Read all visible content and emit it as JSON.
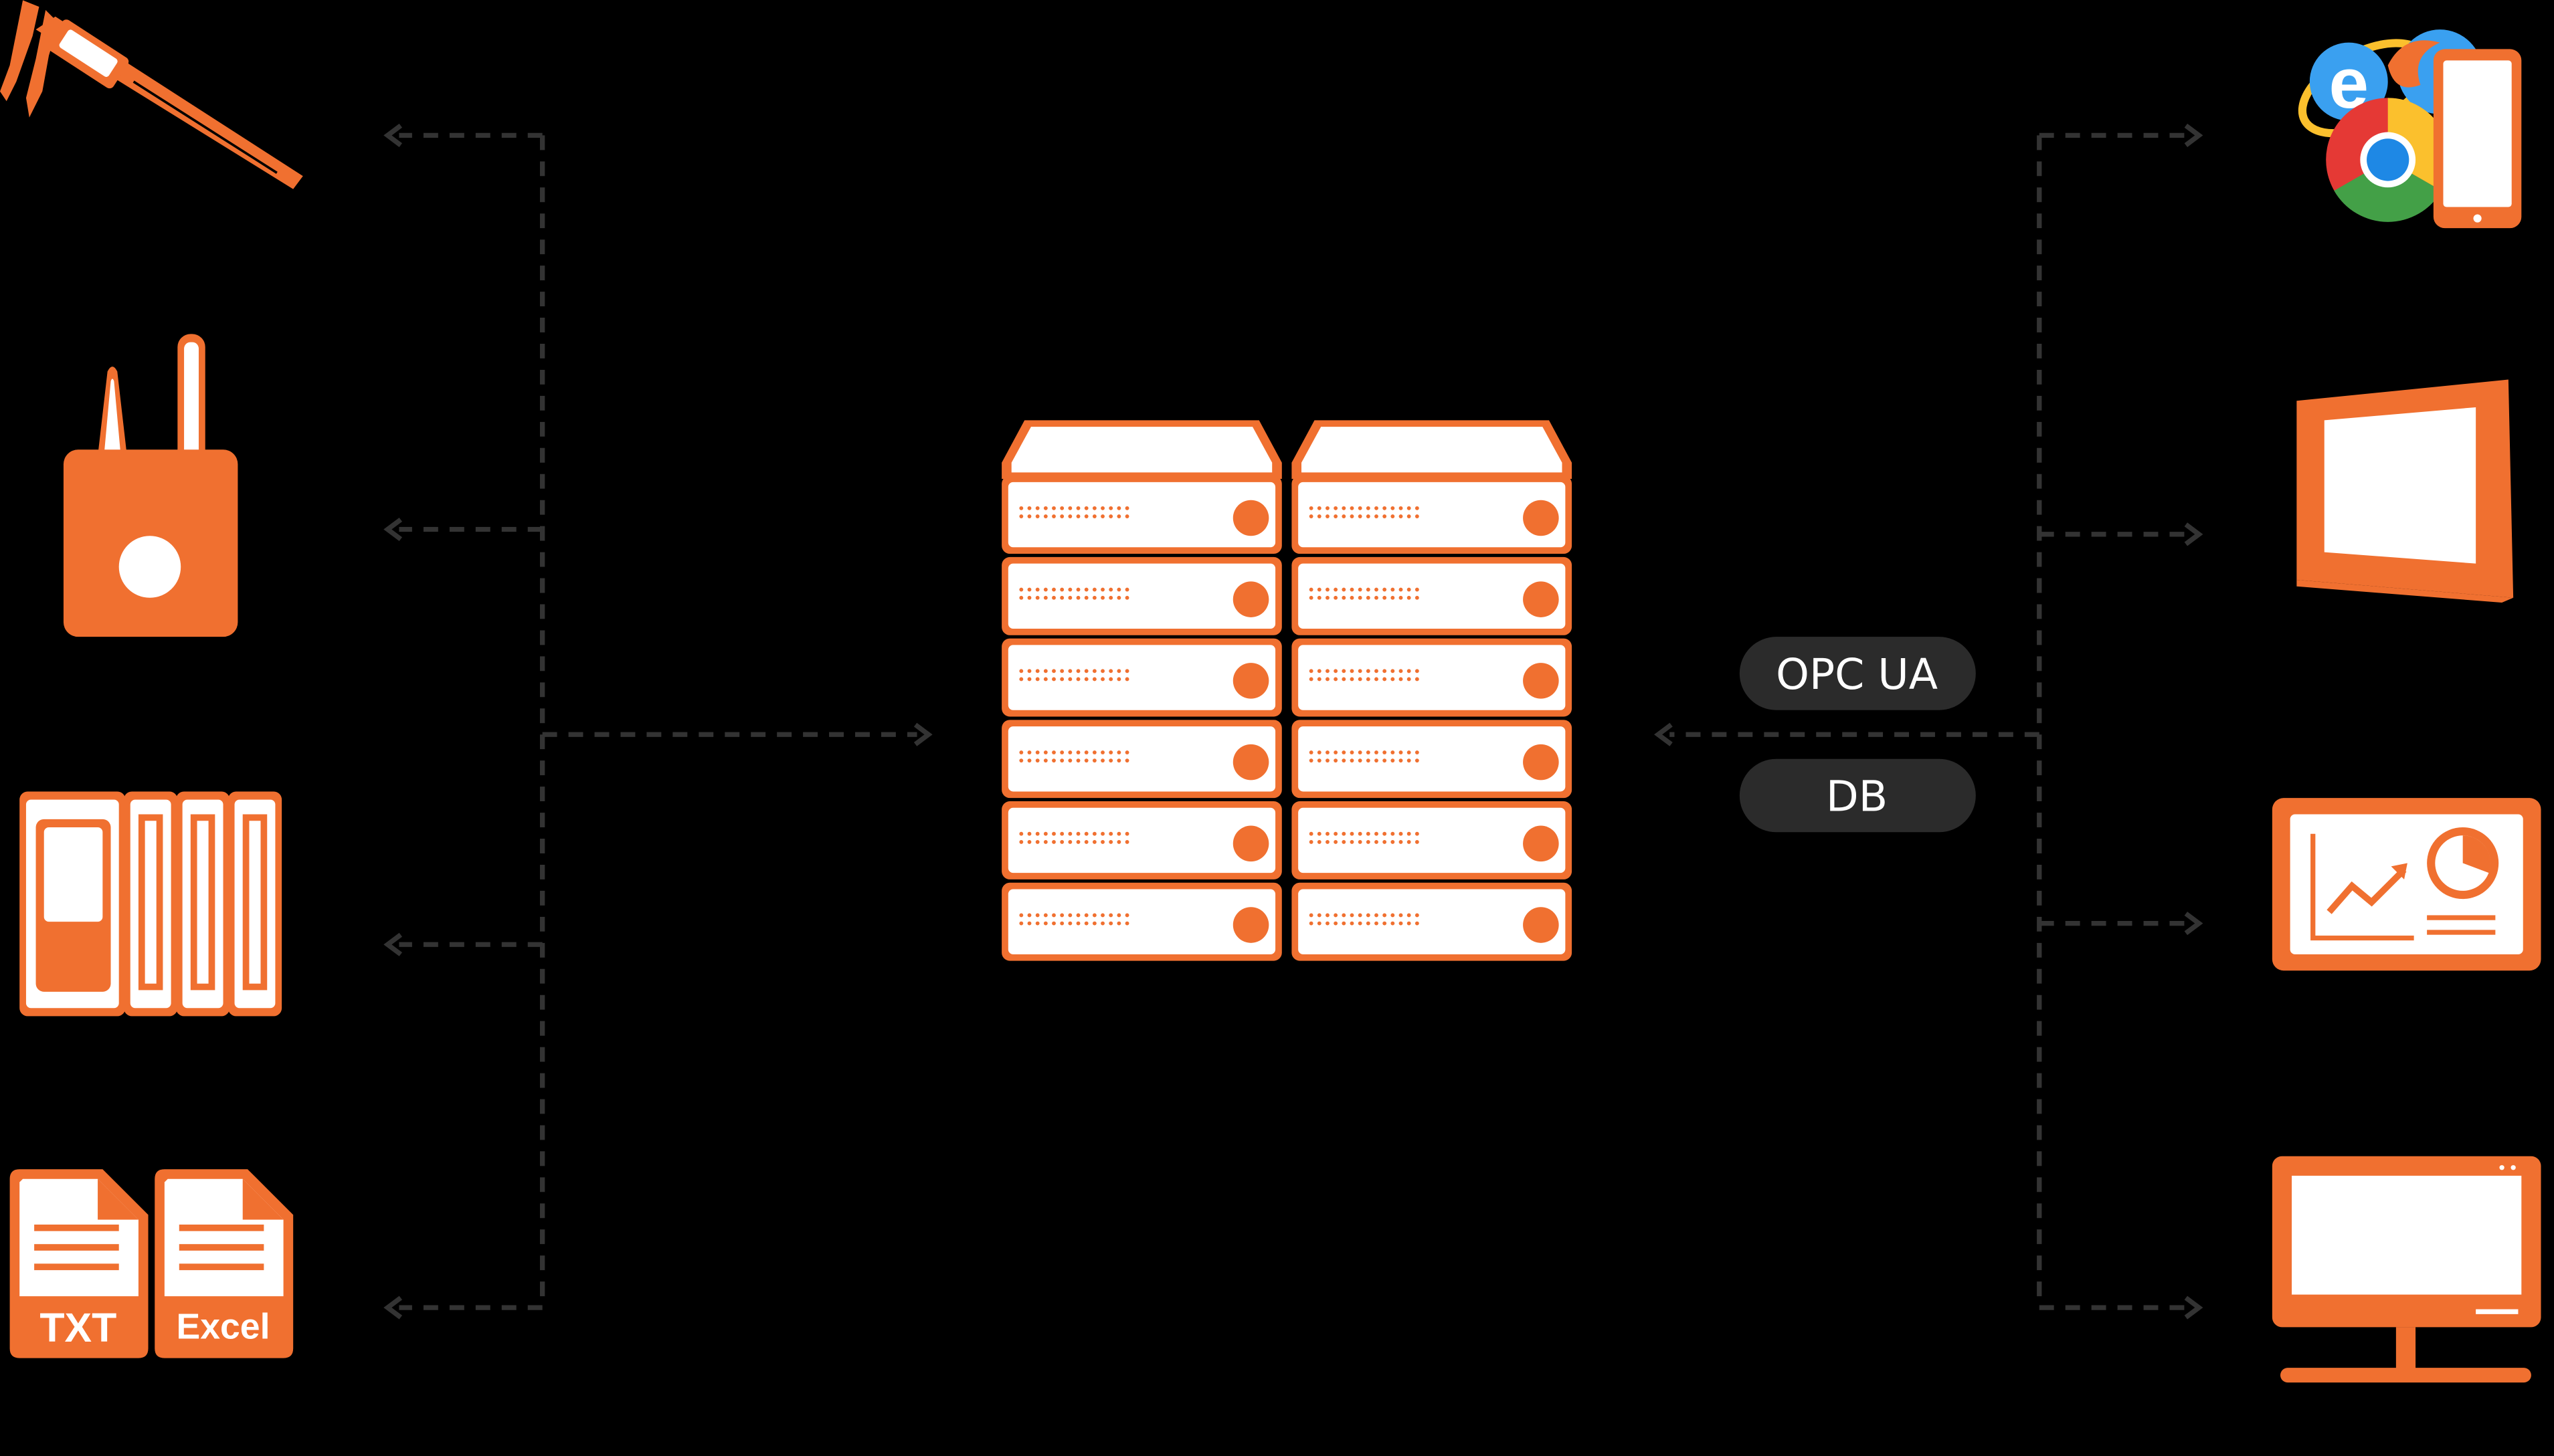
{
  "colors": {
    "background": "#000000",
    "accent": "#f07030",
    "white": "#ffffff",
    "connector": "#333333",
    "pill": "#2b2b2b",
    "chrome_red": "#e53935",
    "chrome_yellow": "#fbc02d",
    "chrome_green": "#43a047",
    "chrome_blue": "#1e88e5",
    "ie_blue": "#3aa0f0"
  },
  "left_sources": [
    {
      "icon": "caliper-icon"
    },
    {
      "icon": "wireless-device-icon"
    },
    {
      "icon": "plc-module-icon"
    },
    {
      "icon": "file-icons",
      "files": [
        "TXT",
        "Excel"
      ]
    }
  ],
  "center": {
    "icon": "server-rack-icon"
  },
  "protocols": [
    "OPC UA",
    "DB"
  ],
  "right_targets": [
    {
      "icon": "browser-mobile-icon"
    },
    {
      "icon": "hmi-panel-icon"
    },
    {
      "icon": "dashboard-monitor-icon"
    },
    {
      "icon": "desktop-monitor-icon"
    }
  ]
}
